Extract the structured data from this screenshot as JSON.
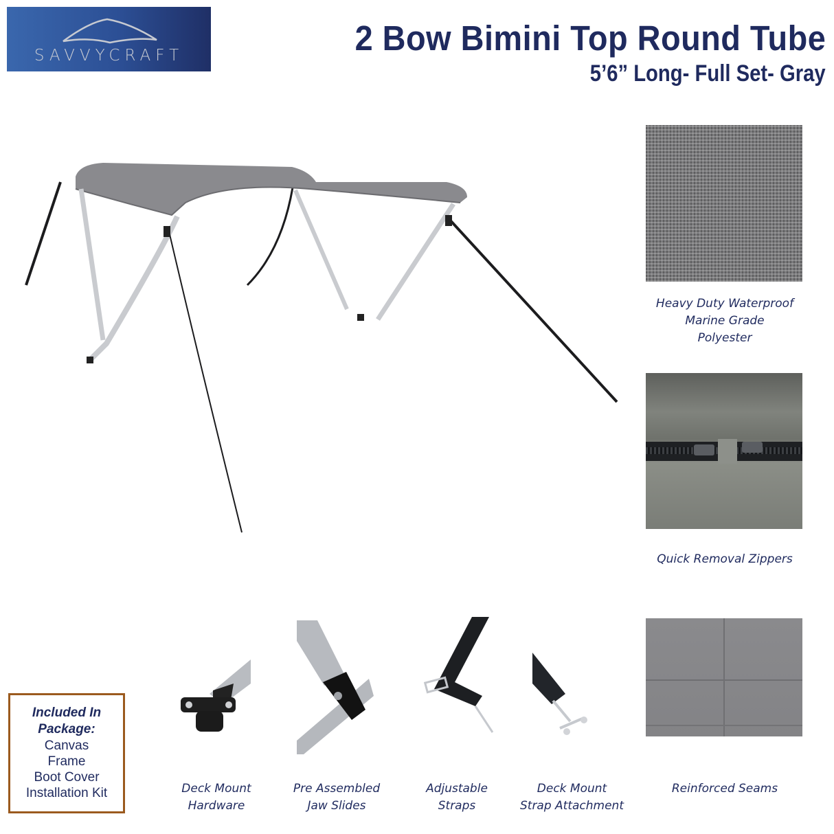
{
  "brand": {
    "logo_text": "SAVVYCRAFT",
    "logo_icon": "canopy-arc-icon",
    "colors": {
      "navy": "#1f2a5e",
      "logo_blue_start": "#3a67ad",
      "logo_blue_end": "#1f2f66",
      "box_border": "#9b5a1e"
    }
  },
  "header": {
    "title": "2 Bow Bimini Top Round Tube",
    "subtitle": "5’6” Long- Full Set- Gray"
  },
  "hero": {
    "subject": "gray-bimini-top-2-bow-frame-with-straps",
    "canvas_color": "#8a8a8e"
  },
  "features_right": [
    {
      "caption_lines": [
        "Heavy Duty Waterproof",
        "Marine Grade",
        "Polyester"
      ],
      "image": "fabric-weave-closeup"
    },
    {
      "caption_lines": [
        "Quick Removal Zippers"
      ],
      "image": "zipper-closeup"
    },
    {
      "caption_lines": [
        "Reinforced Seams"
      ],
      "image": "seam-closeup"
    }
  ],
  "features_bottom": [
    {
      "caption_lines": [
        "Deck Mount",
        "Hardware"
      ],
      "image": "deck-mount-hardware"
    },
    {
      "caption_lines": [
        "Pre Assembled",
        "Jaw Slides"
      ],
      "image": "jaw-slide"
    },
    {
      "caption_lines": [
        "Adjustable",
        "Straps"
      ],
      "image": "adjustable-strap"
    },
    {
      "caption_lines": [
        "Deck Mount",
        "Strap Attachment"
      ],
      "image": "strap-attachment"
    }
  ],
  "package": {
    "heading_lines": [
      "Included In",
      "Package:"
    ],
    "items": [
      "Canvas",
      "Frame",
      "Boot Cover",
      "Installation Kit"
    ]
  }
}
